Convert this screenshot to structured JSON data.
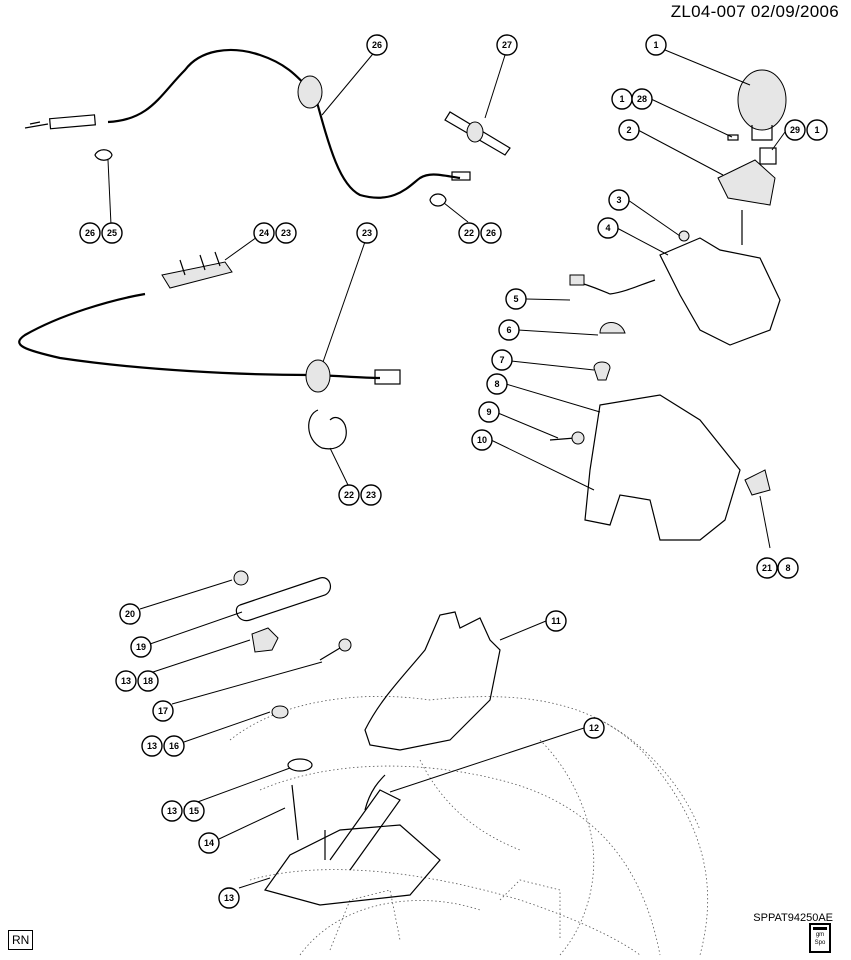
{
  "header": {
    "ref": "ZL04-007  02/09/2006"
  },
  "footer": {
    "code": "SPPAT94250AE",
    "rn": "RN",
    "logo_top": "gm",
    "logo_bottom": "Spo"
  },
  "callouts": [
    "1",
    "1",
    "28",
    "29",
    "1",
    "2",
    "3",
    "4",
    "5",
    "6",
    "7",
    "8",
    "9",
    "10",
    "21",
    "8",
    "26",
    "25",
    "26",
    "27",
    "22",
    "26",
    "24",
    "23",
    "23",
    "22",
    "23",
    "20",
    "19",
    "13",
    "18",
    "17",
    "13",
    "16",
    "11",
    "12",
    "13",
    "15",
    "14",
    "13"
  ]
}
